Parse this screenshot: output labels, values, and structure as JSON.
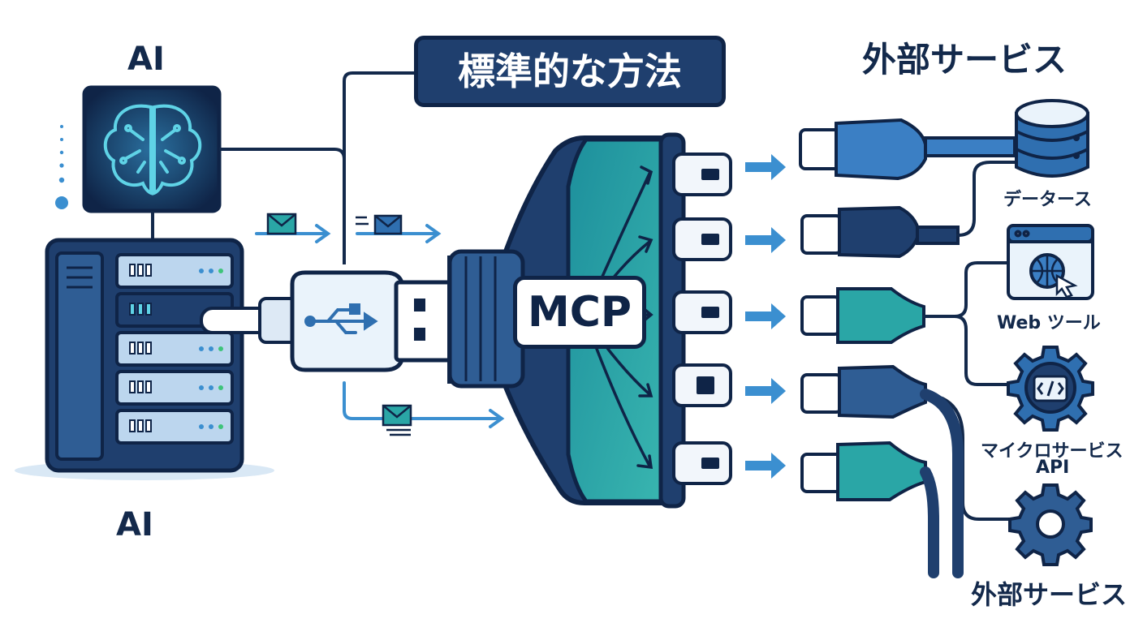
{
  "labels": {
    "ai_top": "AI",
    "ai_bottom": "AI",
    "title": "標準的な方法",
    "mcp": "MCP",
    "external_top": "外部サービス",
    "external_bottom": "外部サービス",
    "database": "データース",
    "web_tool": "Web ツール",
    "microservice_line1": "マイクロサービス",
    "microservice_line2": "API"
  },
  "icons": {
    "brain": "brain-circuit-icon",
    "server": "server-rack-icon",
    "usb": "usb-icon",
    "database": "database-icon",
    "web": "globe-window-icon",
    "code": "code-gear-icon",
    "gear": "gear-icon"
  },
  "colors": {
    "navy": "#13294b",
    "dark_blue": "#1f3f6e",
    "mid_blue": "#2f5d94",
    "light_blue": "#3b8fd0",
    "teal": "#2aa6a6",
    "cyan_glow": "#5fd3e6",
    "pale": "#eaf3fb"
  }
}
